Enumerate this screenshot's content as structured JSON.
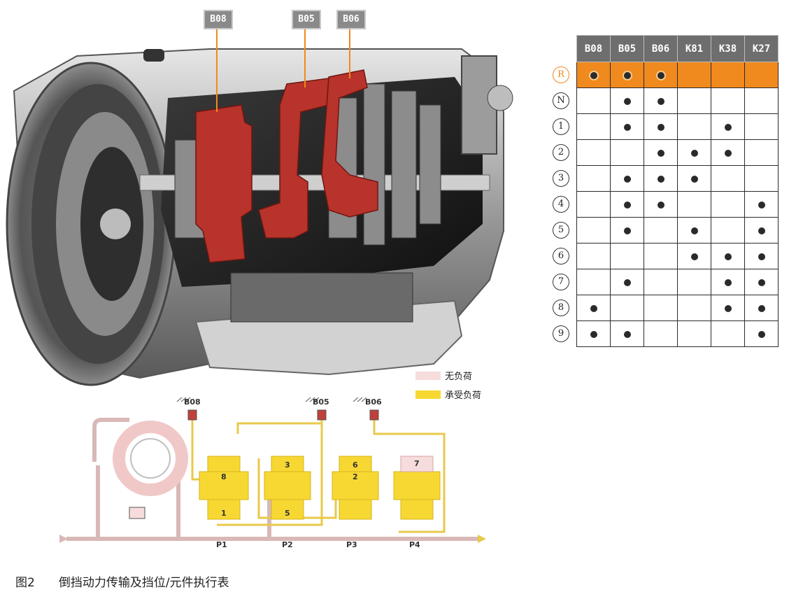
{
  "callouts": [
    "B08",
    "B05",
    "B06"
  ],
  "shift_table": {
    "columns": [
      "B08",
      "B05",
      "B06",
      "K81",
      "K38",
      "K27"
    ],
    "rows": [
      {
        "gear": "R",
        "active": true,
        "marks": [
          true,
          true,
          true,
          false,
          false,
          false
        ]
      },
      {
        "gear": "N",
        "active": false,
        "marks": [
          false,
          true,
          true,
          false,
          false,
          false
        ]
      },
      {
        "gear": "1",
        "active": false,
        "marks": [
          false,
          true,
          true,
          false,
          true,
          false
        ]
      },
      {
        "gear": "2",
        "active": false,
        "marks": [
          false,
          false,
          true,
          true,
          true,
          false
        ]
      },
      {
        "gear": "3",
        "active": false,
        "marks": [
          false,
          true,
          true,
          true,
          false,
          false
        ]
      },
      {
        "gear": "4",
        "active": false,
        "marks": [
          false,
          true,
          true,
          false,
          false,
          true
        ]
      },
      {
        "gear": "5",
        "active": false,
        "marks": [
          false,
          true,
          false,
          true,
          false,
          true
        ]
      },
      {
        "gear": "6",
        "active": false,
        "marks": [
          false,
          false,
          false,
          true,
          true,
          true
        ]
      },
      {
        "gear": "7",
        "active": false,
        "marks": [
          false,
          true,
          false,
          false,
          true,
          true
        ]
      },
      {
        "gear": "8",
        "active": false,
        "marks": [
          true,
          false,
          false,
          false,
          true,
          true
        ]
      },
      {
        "gear": "9",
        "active": false,
        "marks": [
          true,
          true,
          false,
          false,
          false,
          true
        ]
      }
    ]
  },
  "legend": {
    "no_load": {
      "label": "无负荷",
      "color": "#f6dcdc"
    },
    "load": {
      "label": "承受负荷",
      "color": "#f7d832"
    }
  },
  "diagram": {
    "brakes": [
      "B08",
      "B05",
      "B06"
    ],
    "elements": [
      "8",
      "1",
      "3",
      "5",
      "6",
      "2",
      "7"
    ],
    "planetary_sets": [
      "P1",
      "P2",
      "P3",
      "P4"
    ]
  },
  "caption": {
    "figure": "图2",
    "text": "倒挡动力传输及挡位/元件执行表"
  },
  "colors": {
    "highlight": "#f08a1e",
    "load": "#f7d832",
    "clutch_red": "#b8332b",
    "gray_label": "#8a8a8a"
  }
}
